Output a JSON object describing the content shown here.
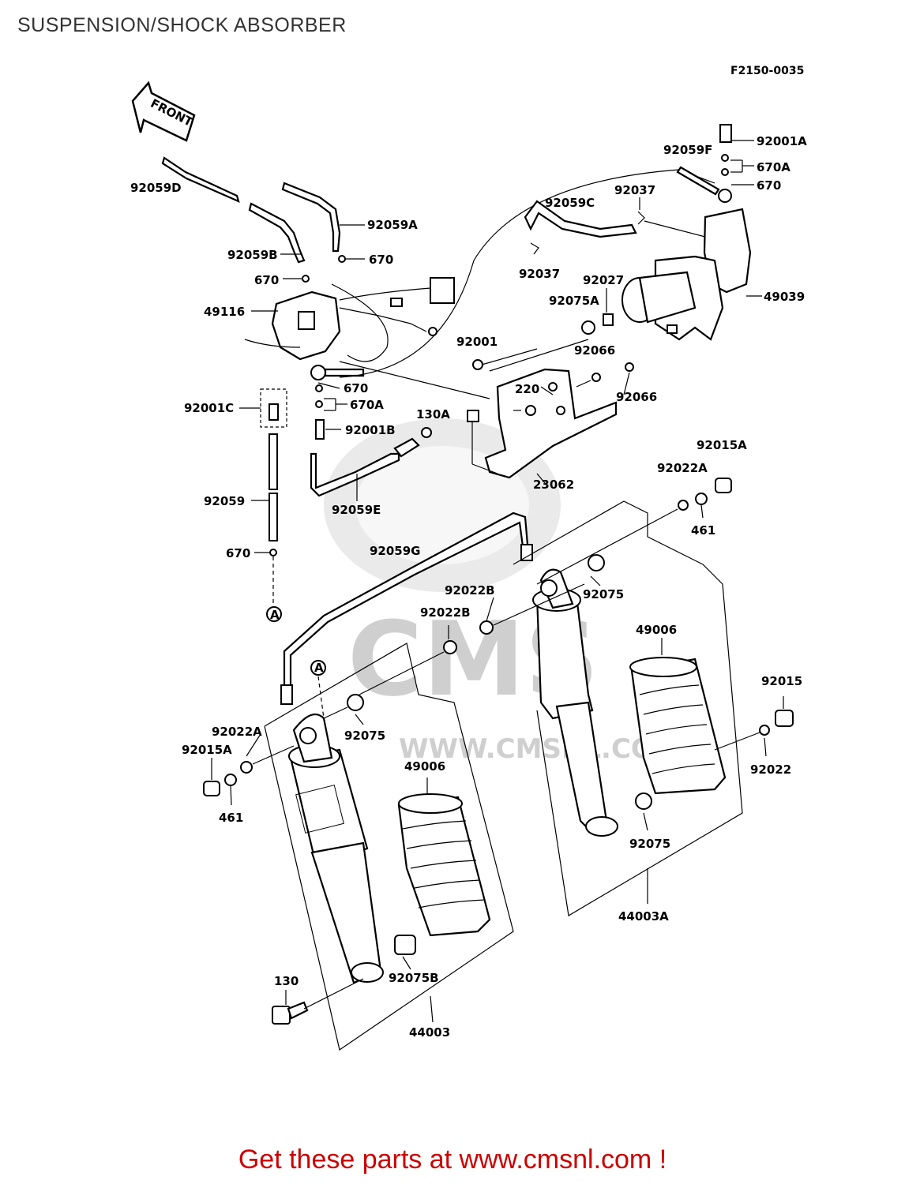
{
  "title": "SUSPENSION/SHOCK ABSORBER",
  "diagram_code": "F2150-0035",
  "front_label": "FRONT",
  "watermark": {
    "brand": "CMS",
    "url": "WWW.CMSNL.COM"
  },
  "labels": [
    {
      "id": "92059D",
      "text": "92059D"
    },
    {
      "id": "92059A",
      "text": "92059A"
    },
    {
      "id": "92059B",
      "text": "92059B"
    },
    {
      "id": "670a",
      "text": "670"
    },
    {
      "id": "670b",
      "text": "670"
    },
    {
      "id": "49116",
      "text": "49116"
    },
    {
      "id": "670c",
      "text": "670"
    },
    {
      "id": "670Aa",
      "text": "670A"
    },
    {
      "id": "92001C",
      "text": "92001C"
    },
    {
      "id": "92001B",
      "text": "92001B"
    },
    {
      "id": "92059",
      "text": "92059"
    },
    {
      "id": "92059E",
      "text": "92059E"
    },
    {
      "id": "670d",
      "text": "670"
    },
    {
      "id": "92059G",
      "text": "92059G"
    },
    {
      "id": "92059F",
      "text": "92059F"
    },
    {
      "id": "92001A",
      "text": "92001A"
    },
    {
      "id": "670Ab",
      "text": "670A"
    },
    {
      "id": "670e",
      "text": "670"
    },
    {
      "id": "92059C",
      "text": "92059C"
    },
    {
      "id": "92037a",
      "text": "92037"
    },
    {
      "id": "92037b",
      "text": "92037"
    },
    {
      "id": "92027",
      "text": "92027"
    },
    {
      "id": "92075A",
      "text": "92075A"
    },
    {
      "id": "49039",
      "text": "49039"
    },
    {
      "id": "92001",
      "text": "92001"
    },
    {
      "id": "92066a",
      "text": "92066"
    },
    {
      "id": "92066b",
      "text": "92066"
    },
    {
      "id": "220",
      "text": "220"
    },
    {
      "id": "130A",
      "text": "130A"
    },
    {
      "id": "23062",
      "text": "23062"
    },
    {
      "id": "92015Aa",
      "text": "92015A"
    },
    {
      "id": "92022Aa",
      "text": "92022A"
    },
    {
      "id": "461a",
      "text": "461"
    },
    {
      "id": "92022Ba",
      "text": "92022B"
    },
    {
      "id": "92075a",
      "text": "92075"
    },
    {
      "id": "92022Bb",
      "text": "92022B"
    },
    {
      "id": "49006a",
      "text": "49006"
    },
    {
      "id": "92015",
      "text": "92015"
    },
    {
      "id": "92022",
      "text": "92022"
    },
    {
      "id": "92022Ab",
      "text": "92022A"
    },
    {
      "id": "92015Ab",
      "text": "92015A"
    },
    {
      "id": "461b",
      "text": "461"
    },
    {
      "id": "92075b",
      "text": "92075"
    },
    {
      "id": "49006b",
      "text": "49006"
    },
    {
      "id": "92075c",
      "text": "92075"
    },
    {
      "id": "44003A",
      "text": "44003A"
    },
    {
      "id": "130",
      "text": "130"
    },
    {
      "id": "92075B",
      "text": "92075B"
    },
    {
      "id": "44003",
      "text": "44003"
    }
  ],
  "ref_markers": [
    "A",
    "A"
  ],
  "footer": "Get these parts at www.cmsnl.com !"
}
